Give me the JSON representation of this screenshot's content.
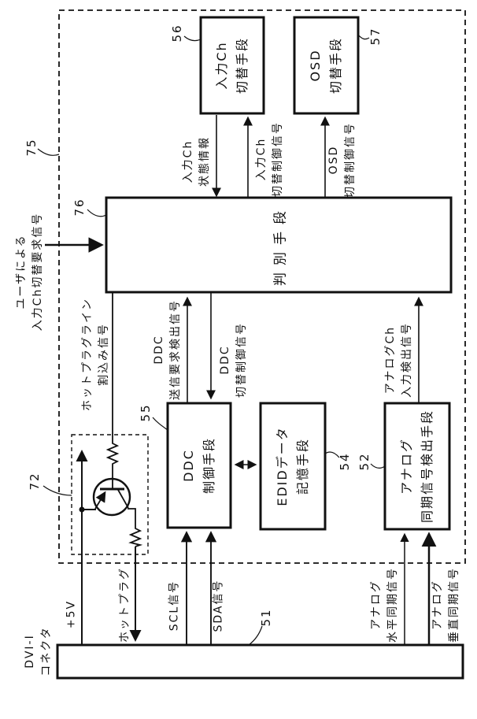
{
  "figure": {
    "kind": "patent-block-diagram",
    "outer_group": {
      "ref": "75"
    },
    "hotplug_circuit": {
      "ref": "72"
    },
    "boxes": {
      "input_ch_switch": {
        "ref": "56",
        "label": "入力Ch\n切替手段"
      },
      "osd_switch": {
        "ref": "57",
        "label": "OSD\n切替手段"
      },
      "discriminator": {
        "ref": "76",
        "label": "判別手段"
      },
      "ddc_control": {
        "ref": "55",
        "label": "DDC\n制御手段"
      },
      "edid_storage": {
        "ref": "54",
        "label": "EDIDデータ\n記憶手段"
      },
      "analog_sync_detector": {
        "ref": "52",
        "label": "アナログ\n同期信号検出手段"
      },
      "dvi_connector": {
        "ref": "51",
        "label": "DVI-I\nコネクタ"
      }
    },
    "signals": {
      "user_request": "ユーザによる\n入力Ch切替要求信号",
      "input_ch_status": "入力Ch\n状態情報",
      "input_ch_switch_ctrl": "入力Ch\n切替制御信号",
      "osd_switch_ctrl": "OSD\n切替制御信号",
      "hotplug_interrupt": "ホットプラグライン\n割込み信号",
      "ddc_tx_request_detect": "DDC\n送信要求検出信号",
      "ddc_switch_ctrl": "DDC\n切替制御信号",
      "analog_ch_input_detect": "アナログCh\n入力検出信号",
      "plus_5v": "+5V",
      "hot_plug": "ホットプラグ",
      "scl": "SCL信号",
      "sda": "SDA信号",
      "analog_hsync": "アナログ\n水平同期信号",
      "analog_vsync": "アナログ\n垂直同期信号"
    },
    "colors": {
      "ink": "#111111",
      "paper": "#ffffff"
    }
  }
}
